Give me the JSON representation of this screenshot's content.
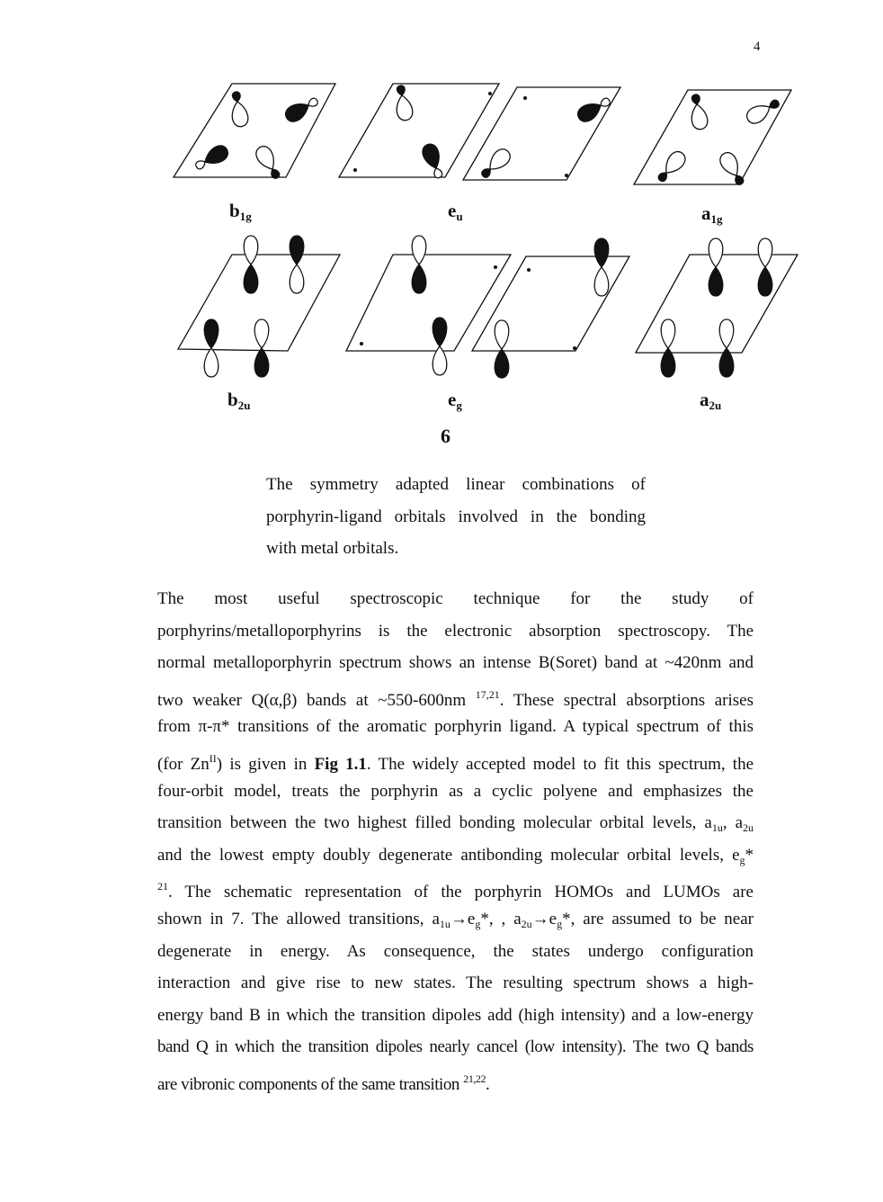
{
  "page_number": "4",
  "figure": {
    "labels_top": [
      {
        "base": "b",
        "sub": "1g"
      },
      {
        "base": "e",
        "sub": "u"
      },
      {
        "base": "a",
        "sub": "1g"
      }
    ],
    "labels_bottom": [
      {
        "base": "b",
        "sub": "2u"
      },
      {
        "base": "e",
        "sub": "g"
      },
      {
        "base": "a",
        "sub": "2u"
      }
    ],
    "number": "6"
  },
  "caption": {
    "lines": [
      [
        {
          "t": "The symmetry adapted linear combinations of"
        }
      ],
      [
        {
          "t": "porphyrin-ligand orbitals involved in the bonding"
        }
      ],
      [
        {
          "t": "with metal orbitals."
        }
      ]
    ]
  },
  "body": {
    "lines": [
      [
        {
          "t": "The most useful spectroscopic technique for the study of"
        }
      ],
      [
        {
          "t": "porphyrins/metalloporphyrins is the electronic absorption spectroscopy.  The"
        }
      ],
      [
        {
          "t": "normal metalloporphyrin spectrum shows an intense B(Soret) band at ~420nm and"
        }
      ],
      [
        {
          "t": "two weaker Q(α,β) bands at ~550-600nm "
        },
        {
          "t": "17,21",
          "f": "sup"
        },
        {
          "t": ".  These spectral absorptions arises"
        }
      ],
      [
        {
          "t": "from π-π* transitions of the aromatic porphyrin ligand. A typical spectrum of this"
        }
      ],
      [
        {
          "t": "(for Zn"
        },
        {
          "t": "II",
          "f": "sup"
        },
        {
          "t": ") is given in "
        },
        {
          "t": "Fig 1.1",
          "f": "b"
        },
        {
          "t": ".  The widely accepted model to fit this spectrum, the"
        }
      ],
      [
        {
          "t": "four-orbit model, treats the porphyrin as a cyclic polyene and emphasizes the"
        }
      ],
      [
        {
          "t": "transition between the two highest filled bonding molecular orbital levels, a"
        },
        {
          "t": "1u",
          "f": "sub"
        },
        {
          "t": ", a"
        },
        {
          "t": "2u",
          "f": "sub"
        }
      ],
      [
        {
          "t": "and the lowest empty doubly degenerate antibonding molecular orbital levels, e"
        },
        {
          "t": "g",
          "f": "sub"
        },
        {
          "t": "*"
        }
      ],
      [
        {
          "t": "21",
          "f": "sup"
        },
        {
          "t": ".   The schematic representation of the porphyrin HOMOs and LUMOs are"
        }
      ],
      [
        {
          "t": "shown in 7.  The allowed transitions, a"
        },
        {
          "t": "1u",
          "f": "sub"
        },
        {
          "t": "→e"
        },
        {
          "t": "g",
          "f": "sub"
        },
        {
          "t": "*, , a"
        },
        {
          "t": "2u",
          "f": "sub"
        },
        {
          "t": "→e"
        },
        {
          "t": "g",
          "f": "sub"
        },
        {
          "t": "*, are assumed to be near"
        }
      ],
      [
        {
          "t": "degenerate in energy.  As consequence, the states undergo configuration"
        }
      ],
      [
        {
          "t": "interaction and give rise to new states. The resulting spectrum shows a high-"
        }
      ],
      [
        {
          "t": "energy band B in which the transition dipoles add (high intensity) and a low-energy"
        }
      ],
      [
        {
          "t": "band Q in which the transition dipoles nearly cancel (low intensity).  The two Q bands"
        }
      ],
      [
        {
          "t": "are vibronic components of the same transition "
        },
        {
          "t": "21,22",
          "f": "sup"
        },
        {
          "t": "."
        }
      ]
    ]
  }
}
